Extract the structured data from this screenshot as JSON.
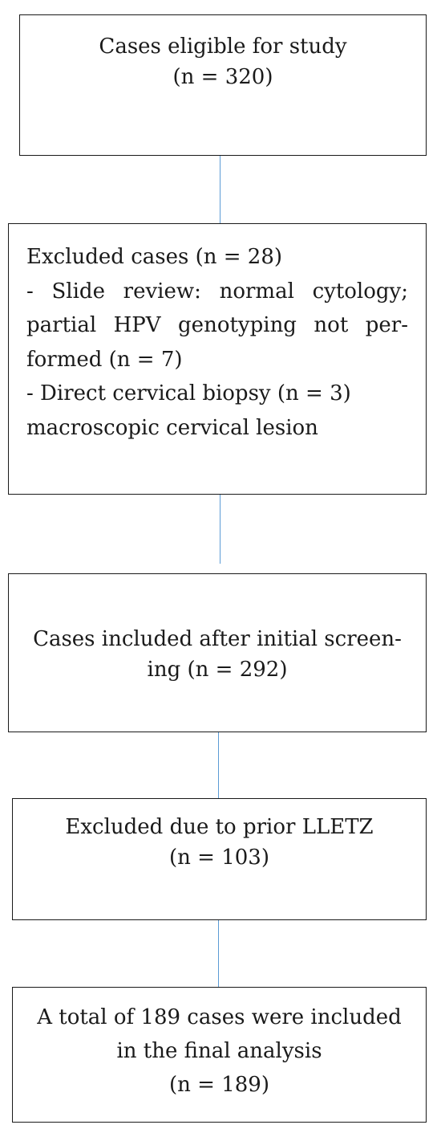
{
  "boxes": {
    "eligible": {
      "line1": "Cases eligible for study",
      "line2": "(n = 320)"
    },
    "excluded_initial": {
      "header": "Excluded cases (n = 28)",
      "item1": "- Slide review: normal cytology; partial HPV genotyping not per-formed (n = 7)",
      "item2": "- Direct cervical biopsy (n = 3) macroscopic cervical lesion"
    },
    "included_screening": {
      "text": "Cases included after initial screen-ing (n = 292)"
    },
    "excluded_lletz": {
      "line1": "Excluded due to prior LLETZ",
      "line2": "(n = 103)"
    },
    "final": {
      "line1": "A total of 189 cases were included in the final analysis",
      "line2": "(n = 189)"
    }
  },
  "colors": {
    "border": "#1a1a1a",
    "connector": "#5b9bd5"
  }
}
